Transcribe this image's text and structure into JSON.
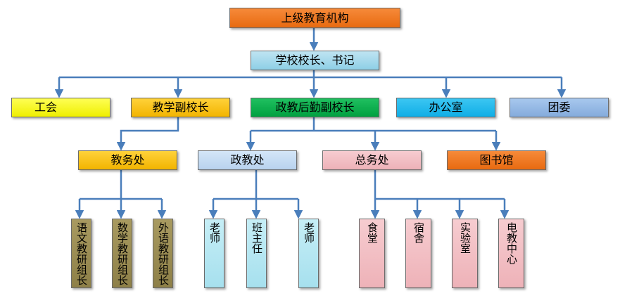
{
  "nodes": {
    "top": "上级教育机构",
    "principal": "学校校长、书记",
    "union": "工会",
    "vp_teaching": "教学副校长",
    "vp_admin": "政教后勤副校长",
    "office": "办公室",
    "league": "团委",
    "academic": "教务处",
    "political": "政教处",
    "general": "总务处",
    "library": "图书馆",
    "chinese_group": "语文教研组长",
    "math_group": "数学教研组长",
    "foreign_group": "外语教研组长",
    "teacher_a": "老师",
    "head_teacher": "班主任",
    "teacher_b": "老师",
    "canteen": "食堂",
    "dormitory": "宿舍",
    "lab": "实验室",
    "av_center": "电教中心"
  },
  "colors": {
    "connector": "#4a7ebb",
    "top": "#ec7222",
    "principal": "#a6d8ea",
    "union": "#ffff00",
    "vp_teaching": "#ffc000",
    "vp_admin": "#00b050",
    "office": "#1fb6ea",
    "league": "#8fb3e0",
    "political": "#c5dbf2",
    "general": "#f2bcc1",
    "groups": "#948a54"
  }
}
